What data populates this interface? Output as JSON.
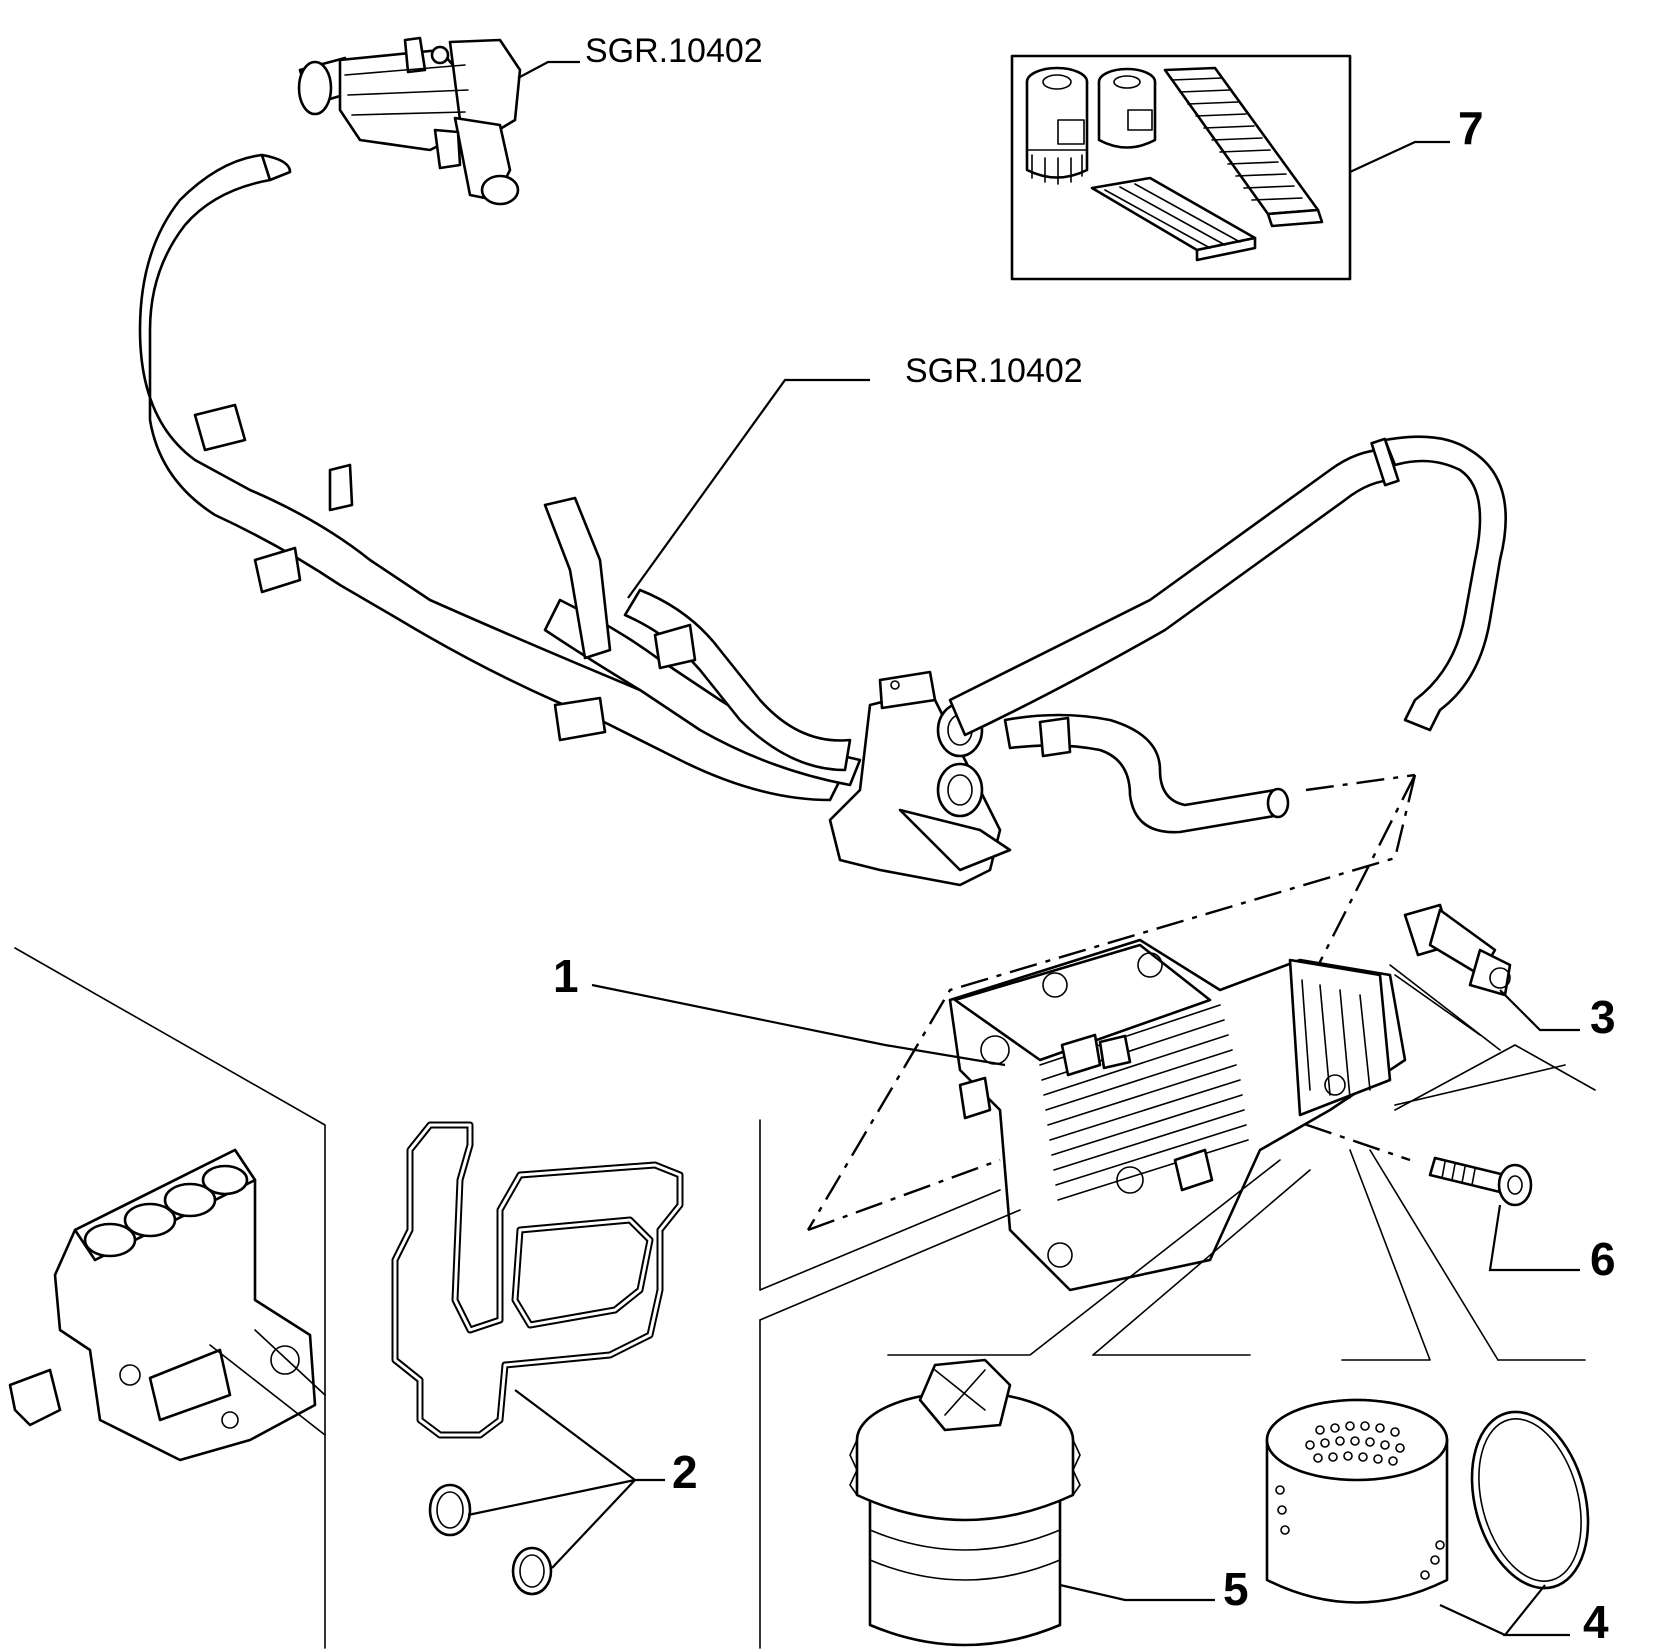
{
  "callouts": {
    "ref_top": "SGR.10402",
    "ref_mid": "SGR.10402",
    "item_1": "1",
    "item_2": "2",
    "item_3": "3",
    "item_4": "4",
    "item_5": "5",
    "item_6": "6",
    "item_7": "7"
  }
}
